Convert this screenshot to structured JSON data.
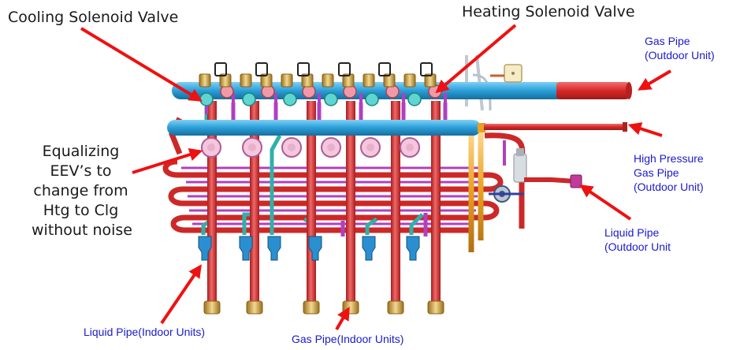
{
  "labels": {
    "cooling_valve": "Cooling Solenoid Valve",
    "heating_valve": "Heating Solenoid Valve",
    "gas_pipe_outdoor": [
      "Gas Pipe",
      "(Outdoor Unit)"
    ],
    "equalizing_eev": [
      "Equalizing",
      "EEV’s to",
      "change from",
      "Htg to Clg",
      "without noise"
    ],
    "high_pressure_gas_pipe": [
      "High Pressure",
      "Gas Pipe",
      "(Outdoor Unit)"
    ],
    "liquid_pipe_outdoor": [
      "Liquid Pipe",
      "(Outdoor Unit"
    ],
    "liquid_pipe_indoor": "Liquid Pipe(Indoor Units)",
    "gas_pipe_indoor": "Gas Pipe(Indoor Units)"
  },
  "colors": {
    "arrow": "#ee1111",
    "black_text": "#1a1a1a",
    "blue_text": "#1a1acc",
    "header_pipe": "#2a9fd8",
    "red_pipe": "#d83030",
    "gold_pipe": "#e8a020",
    "purple_pipe": "#b040c0",
    "teal_pipe": "#30b0a8"
  }
}
